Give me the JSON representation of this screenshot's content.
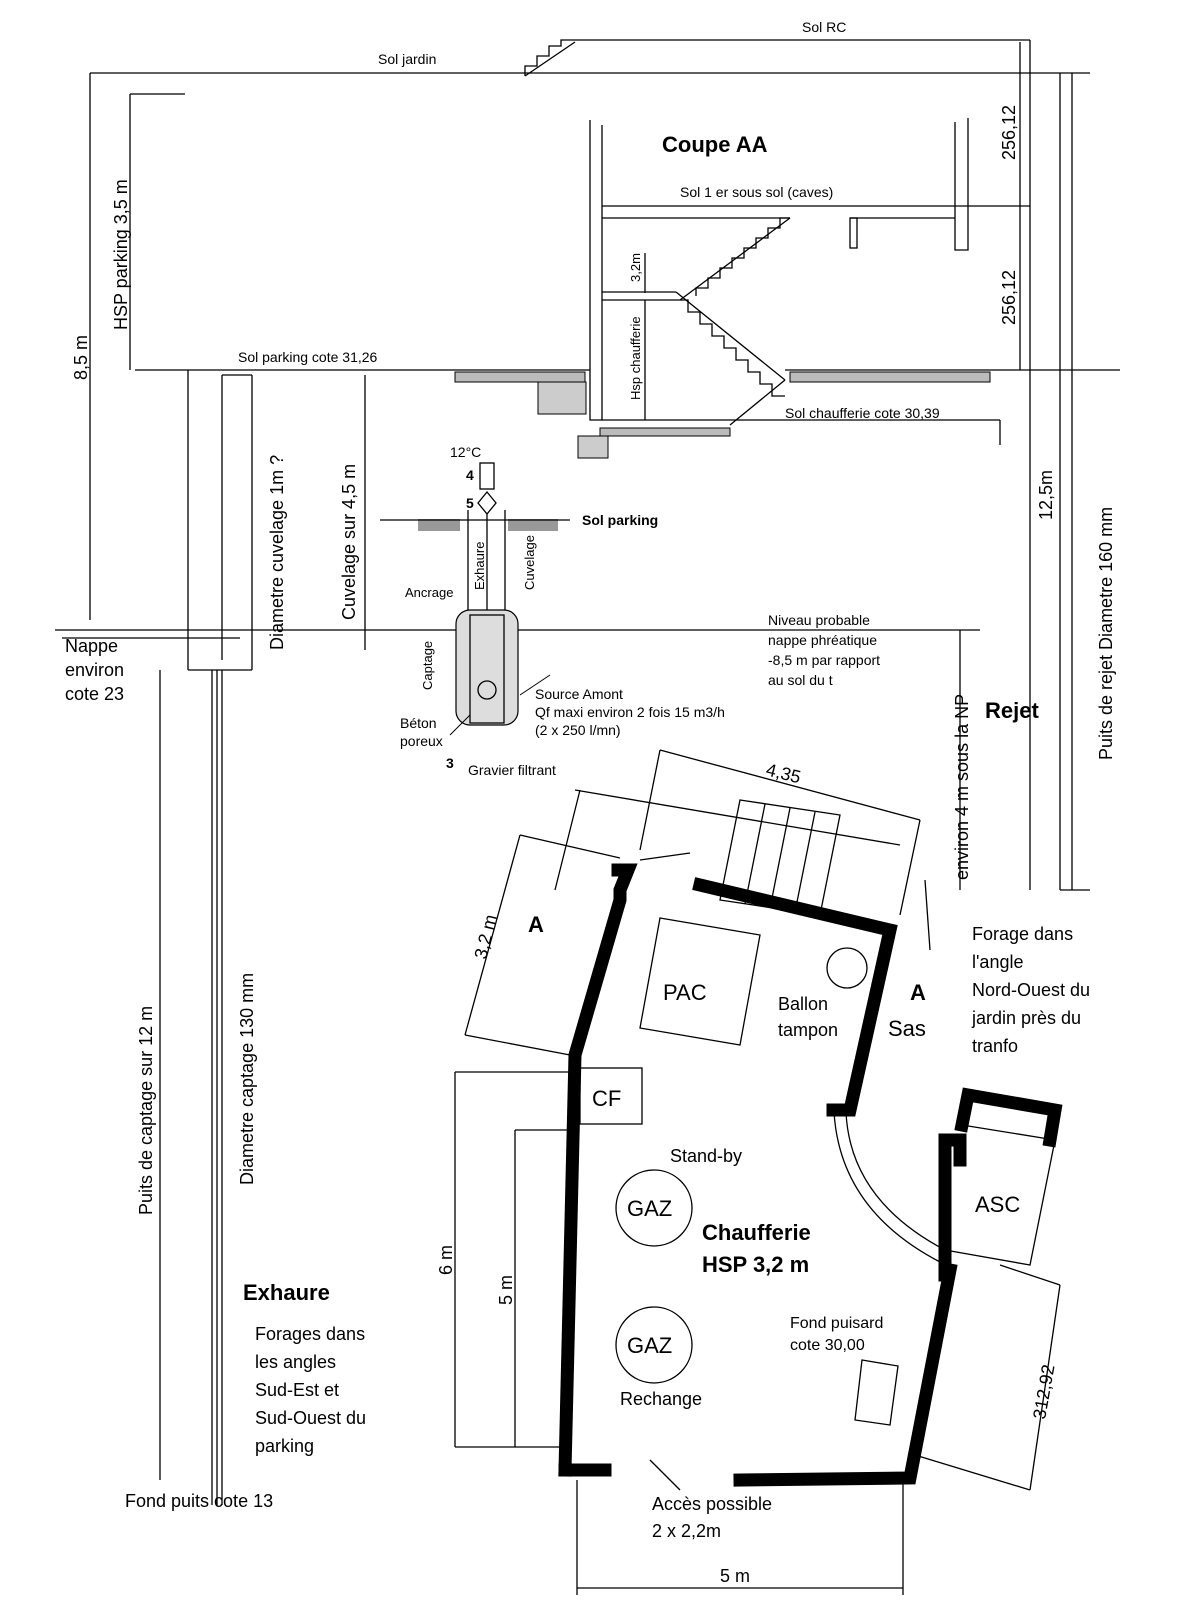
{
  "section": {
    "title": "Coupe AA",
    "sol_rc": "Sol RC",
    "sol_jardin": "Sol jardin",
    "sol_sous_sol": "Sol 1 er sous sol (caves)",
    "dim_upper": "256,12",
    "dim_lower": "256,12",
    "hsp_parking": "HSP parking 3,5 m",
    "dim_total": "8,5 m",
    "sol_parking": "Sol parking cote 31,26",
    "h_32": "3,2m",
    "hsp_chaufferie": "Hsp chaufferie",
    "sol_chaufferie": "Sol chaufferie cote 30,39",
    "dim_125": "12,5m",
    "puits_rejet": "Puits de rejet Diametre 160 mm",
    "rejet": "Rejet",
    "environ_np": "environ 4 m sous la NP"
  },
  "well": {
    "temp": "12°C",
    "n4": "4",
    "n5": "5",
    "n3": "3",
    "sol_parking": "Sol parking",
    "exhaure": "Exhaure",
    "cuvelage": "Cuvelage",
    "ancrage": "Ancrage",
    "captage": "Captage",
    "beton_1": "Béton",
    "beton_2": "poreux",
    "gravier": "Gravier filtrant",
    "source_1": "Source Amont",
    "source_2": "Qf  maxi environ 2 fois 15 m3/h",
    "source_3": "(2 x 250 l/mn)",
    "niveau_1": "Niveau probable",
    "niveau_2": "nappe phréatique",
    "niveau_3": "-8,5 m par rapport",
    "niveau_4": "au sol du t"
  },
  "left": {
    "diam_cuvelage": "Diametre cuvelage 1m ?",
    "cuvelage_45": "Cuvelage sur 4,5 m",
    "nappe_1": "Nappe",
    "nappe_2": "environ",
    "nappe_3": "cote 23",
    "puits_captage": "Puits de captage sur 12 m",
    "diam_captage": "Diametre captage 130 mm",
    "fond_puits": "Fond puits cote 13",
    "exhaure_title": "Exhaure",
    "forages_1": "Forages dans",
    "forages_2": "les angles",
    "forages_3": "Sud-Est et",
    "forages_4": "Sud-Ouest du",
    "forages_5": "parking"
  },
  "plan": {
    "dim_435": "4,35",
    "dim_32": "3,2 m",
    "section_a1": "A",
    "section_a2": "A",
    "pac": "PAC",
    "ballon_1": "Ballon",
    "ballon_2": "tampon",
    "sas": "Sas",
    "cf": "CF",
    "standby": "Stand-by",
    "gaz1": "GAZ",
    "gaz2": "GAZ",
    "chaufferie_1": "Chaufferie",
    "chaufferie_2": "HSP 3,2 m",
    "asc": "ASC",
    "dim_6": "6 m",
    "dim_5v": "5 m",
    "dim_5h": "5 m",
    "dim_31292": "312,92",
    "fond_puisard_1": "Fond puisard",
    "fond_puisard_2": "cote 30,00",
    "rechange": "Rechange",
    "acces_1": "Accès possible",
    "acces_2": "2 x 2,2m",
    "forage_no_1": "Forage dans",
    "forage_no_2": "l'angle",
    "forage_no_3": "Nord-Ouest du",
    "forage_no_4": "jardin près du",
    "forage_no_5": "tranfo"
  }
}
